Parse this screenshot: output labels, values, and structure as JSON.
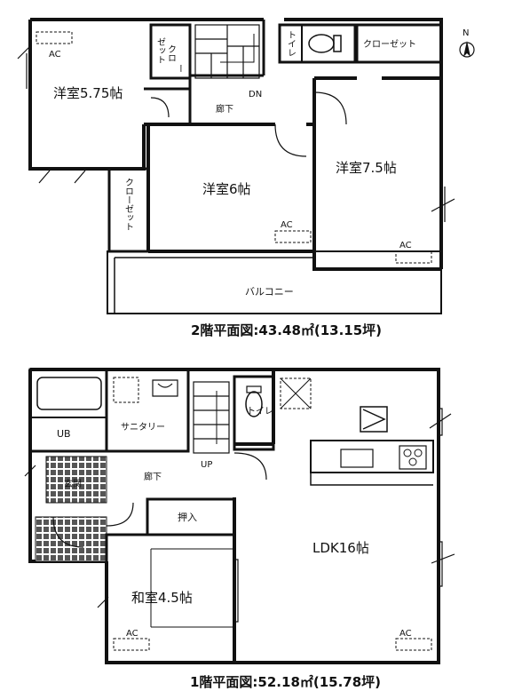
{
  "floor2": {
    "caption": "2階平面図:43.48㎡(13.15坪)",
    "rooms": {
      "western_575": "洋室5.75帖",
      "western_6": "洋室6帖",
      "western_75": "洋室7.5帖",
      "balcony": "バルコニー",
      "corridor": "廊下",
      "closet_small_a": "クロ",
      "closet_small_b": "ゼット",
      "closet_small_c": "ー",
      "closet_wide": "クローゼット",
      "closet_vertical": "クローゼット",
      "toilet": "トイレ",
      "stair_dir": "DN"
    },
    "ac_labels": [
      "AC",
      "AC",
      "AC"
    ]
  },
  "floor1": {
    "caption": "1階平面図:52.18㎡(15.78坪)",
    "rooms": {
      "ldk": "LDK16帖",
      "japanese": "和室4.5帖",
      "ub": "UB",
      "sanitary": "サニタリー",
      "toilet": "トイレ",
      "corridor": "廊下",
      "storage": "押入",
      "entrance": "玄関",
      "stair_dir": "UP"
    },
    "ac_labels": [
      "AC",
      "AC"
    ]
  },
  "compass": {
    "label": "N"
  }
}
